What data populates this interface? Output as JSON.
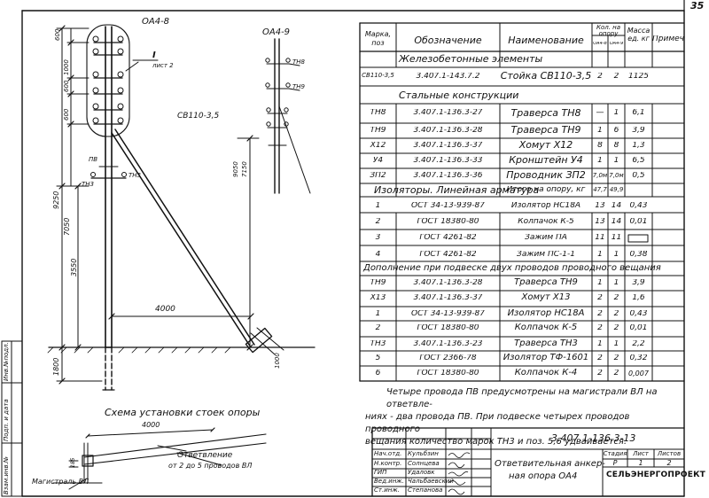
{
  "page_number": "35",
  "drawing": {
    "label_oa4_8": "ОА4-8",
    "label_oa4_9": "ОА4-9",
    "callout_I": "I",
    "callout_sheet": "лист 2",
    "pole_label": "СВ110-3,5",
    "traverse_labels": [
      "ТН8",
      "ТН9",
      "ТН3",
      "ТН3",
      "ПВ"
    ],
    "dim_top": [
      "600",
      "1000",
      "600",
      "600"
    ],
    "dim_left": [
      "9250",
      "7050",
      "3550",
      "1800"
    ],
    "dim_right": [
      "9050",
      "7150"
    ],
    "dim_span": "4000",
    "dim_ground": "1000",
    "plan_title": "Схема установки стоек опоры",
    "plan_dim": "4000",
    "plan_dim_small": "185",
    "branch_label_1": "Ответвление",
    "branch_label_2": "от 2 до 5 проводов ВЛ",
    "mainline_label": "Магистраль ВЛ"
  },
  "left_strip": [
    "Инв.№подл.",
    "Подп. и дата",
    "Взам.инв.№"
  ],
  "table": {
    "headers": {
      "mark": "Марка, поз",
      "designation": "Обозначение",
      "name": "Наименование",
      "qty": "Кол. на опору",
      "qty_a": "ОА4-8",
      "qty_b": "ОА4-9",
      "mass": "Масса ед. кг",
      "note": "Примеч."
    },
    "sections": [
      {
        "title": "Железобетонные элементы",
        "rows": [
          [
            "СВ110-3,5",
            "3.407.1-143.7.2",
            "Стойка СВ110-3,5",
            "2",
            "2",
            "1125"
          ]
        ]
      },
      {
        "title": "Стальные конструкции",
        "rows": [
          [
            "ТН8",
            "3.407.1-136.3-27",
            "Траверса ТН8",
            "—",
            "1",
            "6,1"
          ],
          [
            "ТН9",
            "3.407.1-136.3-28",
            "Траверса ТН9",
            "1",
            "6",
            "3,9"
          ],
          [
            "Х12",
            "3.407.1-136.3-37",
            "Хомут Х12",
            "8",
            "8",
            "1,3"
          ],
          [
            "У4",
            "3.407.1-136.3-33",
            "Кронштейн У4",
            "1",
            "1",
            "6,5"
          ],
          [
            "ЗП2",
            "3.407.1-136.3-36",
            "Проводник ЗП2",
            "7,0м",
            "7,0м",
            "0,5"
          ],
          [
            "",
            "",
            "Итого на опору, кг",
            "47,7",
            "49,9",
            ""
          ]
        ]
      },
      {
        "title": "Изоляторы. Линейная арматура",
        "rows": [
          [
            "1",
            "ОСТ 34-13-939-87",
            "Изолятор НС18А",
            "13",
            "14",
            "0,43"
          ],
          [
            "2",
            "ГОСТ 18380-80",
            "Колпачок К-5",
            "13",
            "14",
            "0,01"
          ],
          [
            "3",
            "ГОСТ 4261-82",
            "Зажим ПА",
            "11",
            "11",
            ""
          ],
          [
            "4",
            "ГОСТ 4261-82",
            "Зажим ПС-1-1",
            "1",
            "1",
            "0,38"
          ]
        ]
      },
      {
        "title": "Дополнение при подвеске двух проводов проводного вещания",
        "rows": [
          [
            "ТН9",
            "3.407.1-136.3-28",
            "Траверса ТН9",
            "1",
            "1",
            "3,9"
          ],
          [
            "Х13",
            "3.407.1-136.3-37",
            "Хомут Х13",
            "2",
            "2",
            "1,6"
          ],
          [
            "1",
            "ОСТ 34-13-939-87",
            "Изолятор НС18А",
            "2",
            "2",
            "0,43"
          ],
          [
            "2",
            "ГОСТ 18380-80",
            "Колпачок К-5",
            "2",
            "2",
            "0,01"
          ],
          [
            "ТН3",
            "3.407.1-136.3-23",
            "Траверса ТН3",
            "1",
            "1",
            "2,2"
          ],
          [
            "5",
            "ГОСТ 2366-78",
            "Изолятор ТФ-1601",
            "2",
            "2",
            "0,32"
          ],
          [
            "6",
            "ГОСТ 18380-80",
            "Колпачок К-4",
            "2",
            "2",
            "0,007"
          ]
        ]
      }
    ]
  },
  "note_lines": [
    "Четыре провода ПВ предусмотрены на магистрали ВЛ на ответвле-",
    "ниях - два провода ПВ. При подвеске четырех проводов проводного",
    "вещания количество марок ТН3 и поз. 5,6 удваивается."
  ],
  "title_block": {
    "doc_code": "3.407.1-136.3-13",
    "title_line1": "Ответвительная анкер-",
    "title_line2": "ная опора ОА4",
    "stage_hdr": "Стадия",
    "sheet_hdr": "Лист",
    "sheets_hdr": "Листов",
    "stage": "Р",
    "sheet": "1",
    "sheets": "2",
    "org": "СЕЛЬЭНЕРГОПРОЕКТ",
    "roles": [
      {
        "role": "Нач.отд.",
        "name": "Кульбзин"
      },
      {
        "role": "Н.контр.",
        "name": "Солнцева"
      },
      {
        "role": "ГИП",
        "name": "Удаловк"
      },
      {
        "role": "Вед.инж.",
        "name": "Чальбаевский"
      },
      {
        "role": "Ст.инж.",
        "name": "Степанова"
      }
    ]
  }
}
